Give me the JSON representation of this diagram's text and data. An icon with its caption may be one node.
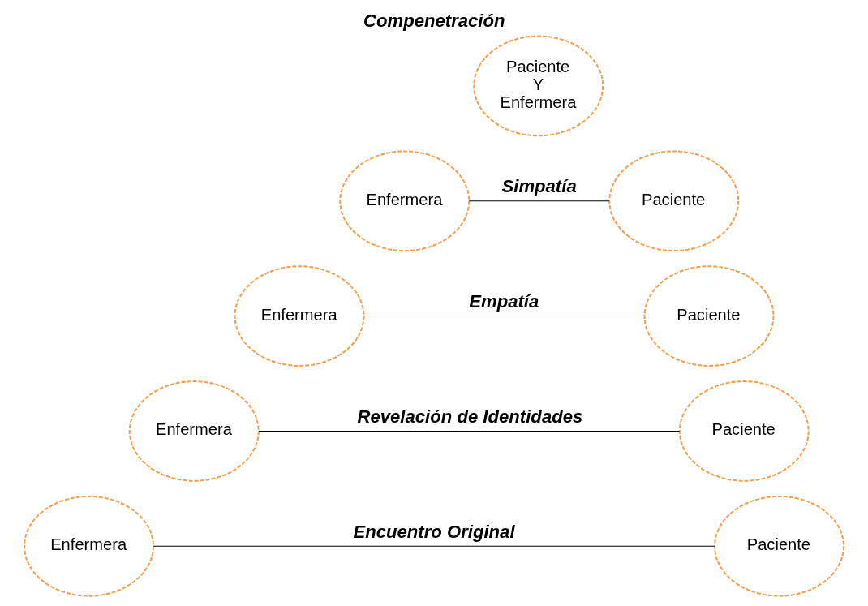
{
  "diagram": {
    "title": "Compenetración",
    "nodes": [
      {
        "text": [
          "Paciente Y Enfermera"
        ]
      },
      {
        "text": [
          "Enfermera"
        ]
      },
      {
        "text": [
          "Paciente"
        ]
      },
      {
        "text": [
          "Enfermera"
        ]
      },
      {
        "text": [
          "Paciente"
        ]
      },
      {
        "text": [
          "Enfermera"
        ]
      },
      {
        "text": [
          "Paciente"
        ]
      },
      {
        "text": [
          "Enfermera"
        ]
      },
      {
        "text": [
          "Paciente"
        ]
      }
    ],
    "edges": [
      {
        "from": 1,
        "to": 2,
        "arrow": "none",
        "label": "Simpatía"
      },
      {
        "from": 3,
        "to": 4,
        "arrow": "none",
        "label": "Empatía"
      },
      {
        "from": 5,
        "to": 6,
        "arrow": "none",
        "label": "Revelación de Identidades"
      },
      {
        "from": 7,
        "to": 8,
        "arrow": "none",
        "label": "Encuentro Original"
      }
    ]
  }
}
